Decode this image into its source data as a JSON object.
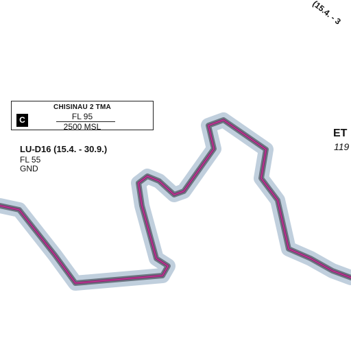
{
  "tma_box": {
    "name": "CHISINAU 2 TMA",
    "airspace_class": "C",
    "upper_limit": "FL 95",
    "lower_limit": "2500 MSL"
  },
  "restricted_area": {
    "name": "LU-D16 (15.4. - 30.9.)",
    "upper_limit": "FL 55",
    "lower_limit": "GND"
  },
  "edge_labels": {
    "top_right_fragment": "(15.4. - 3",
    "right_name_fragment": "ET",
    "right_freq_fragment": "119"
  },
  "colors": {
    "boundary_line": "#8a1a6a",
    "boundary_shadow": "#6b7480",
    "boundary_buffer": "#c0cfdd"
  }
}
